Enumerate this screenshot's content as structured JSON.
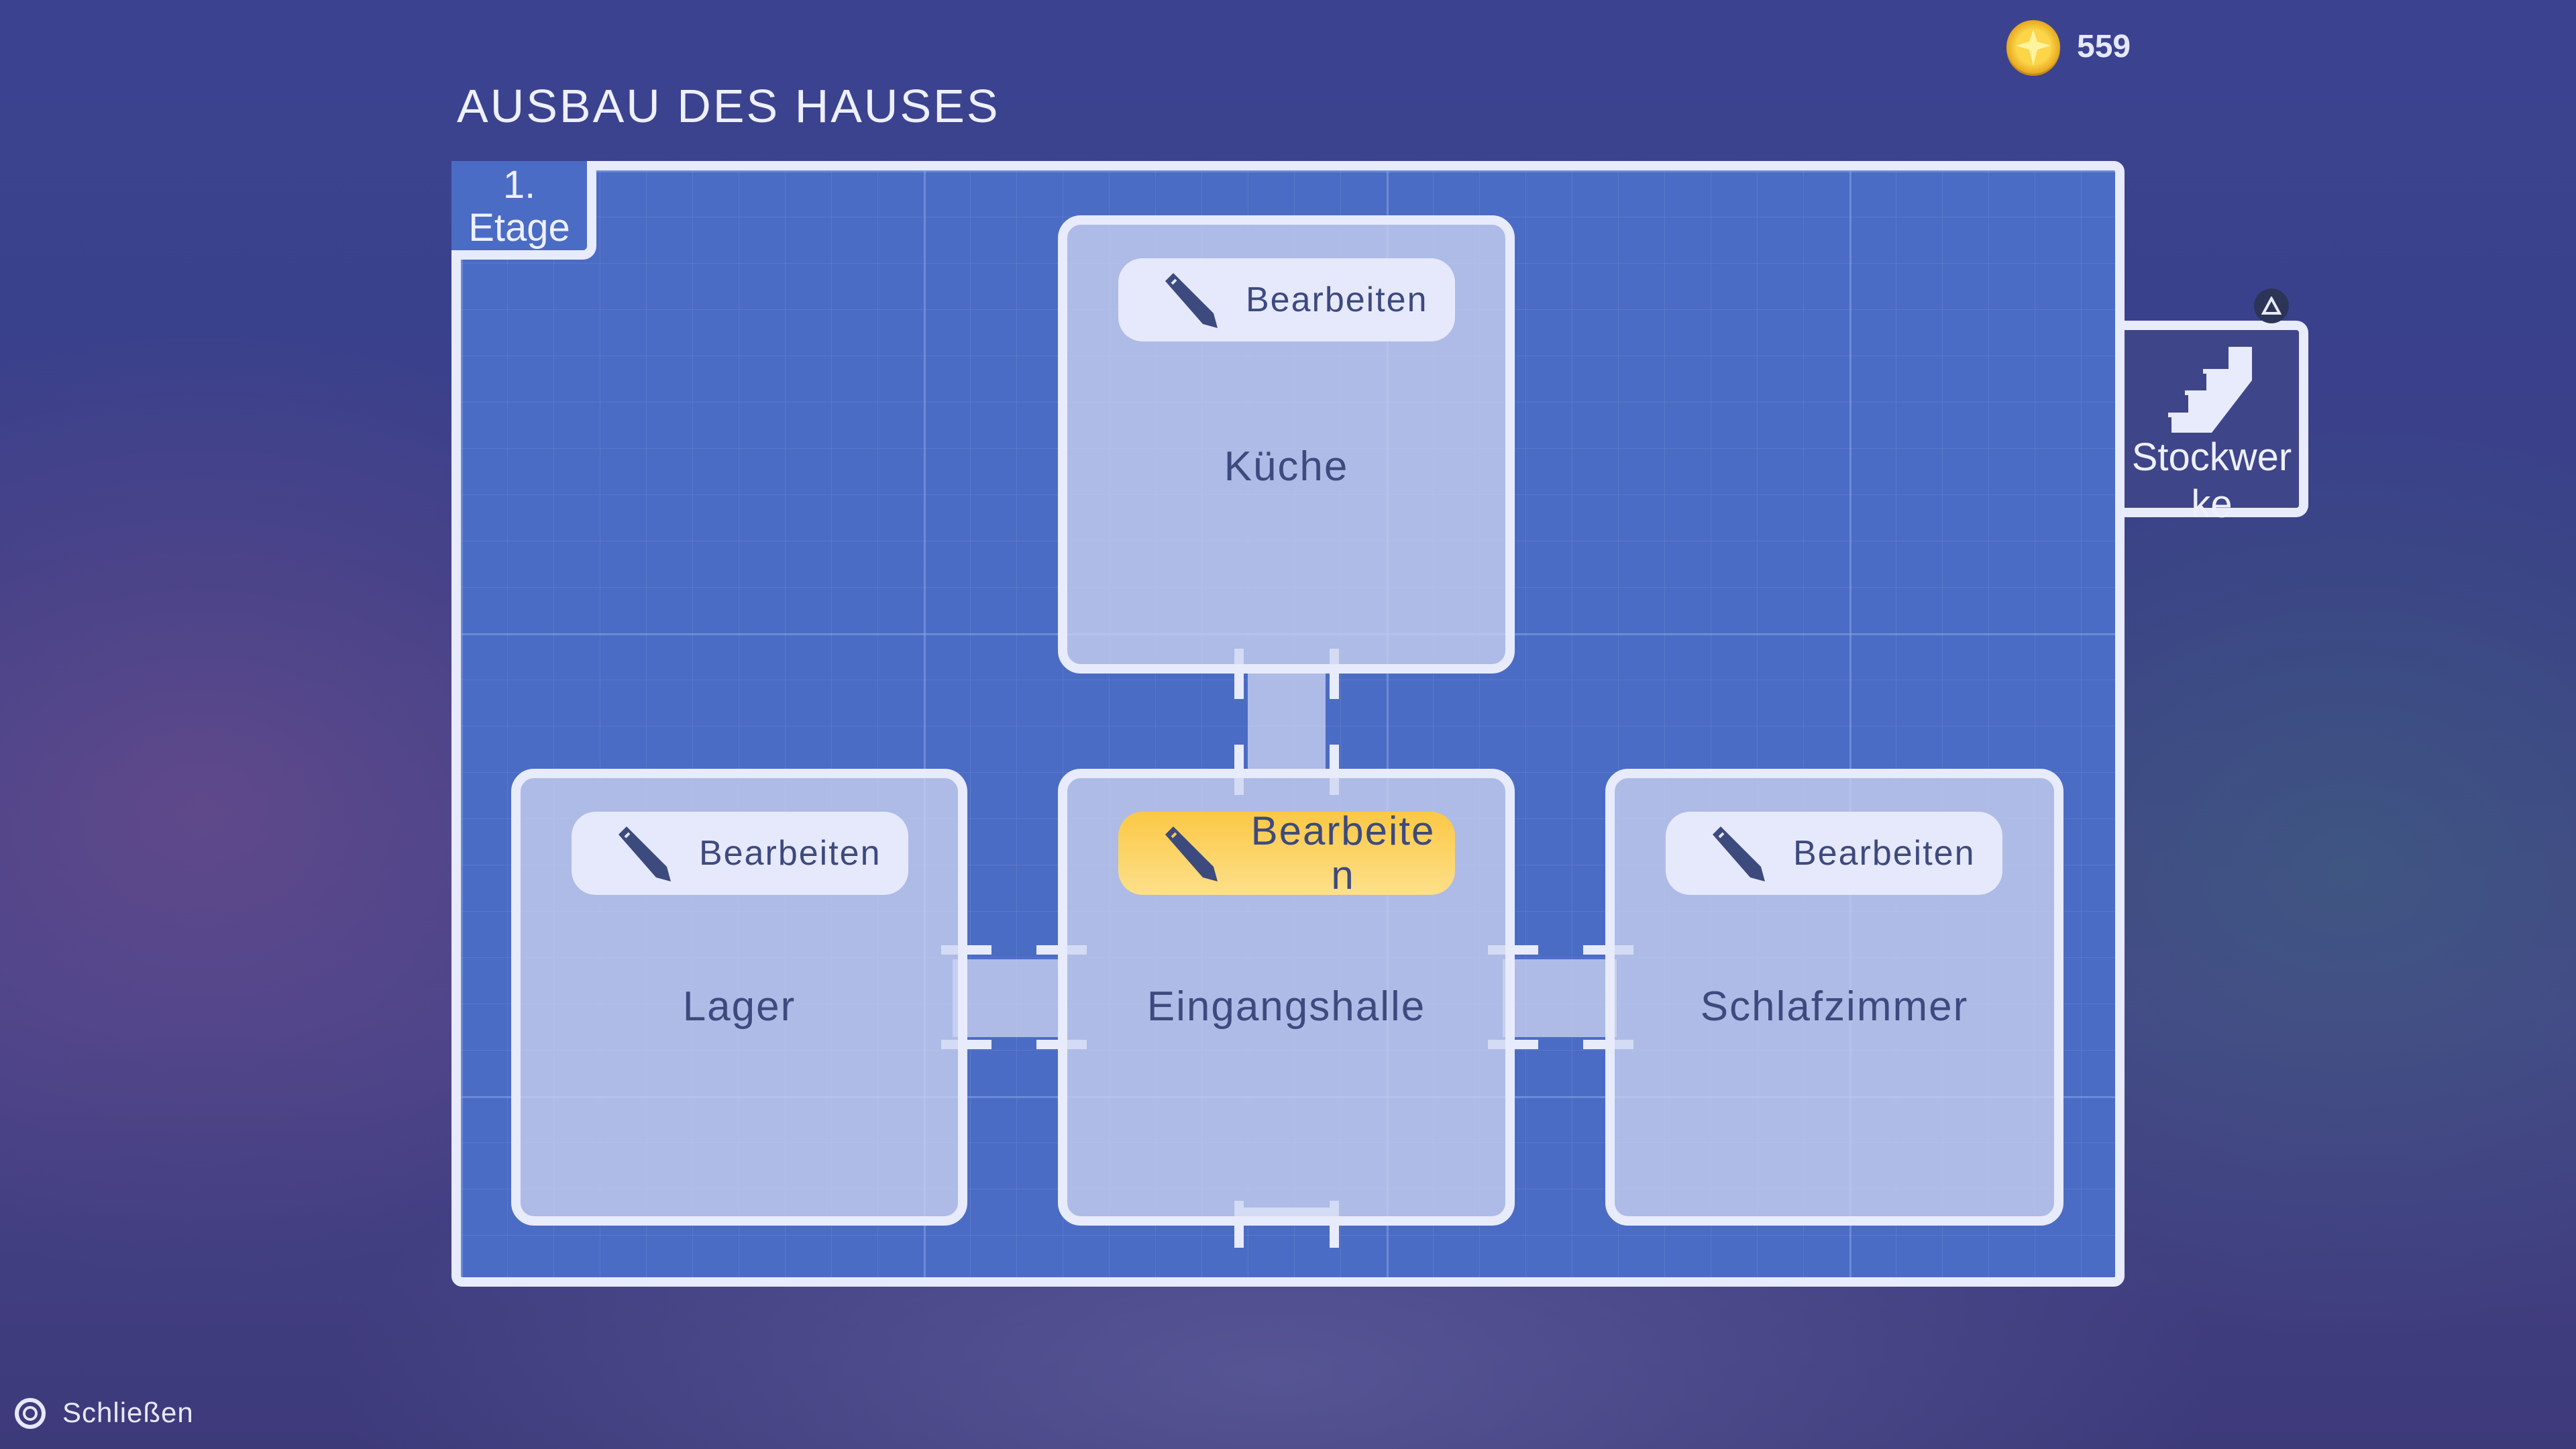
{
  "header": {
    "title": "AUSBAU DES HAUSES",
    "currency_icon": "star-coin-icon",
    "currency_amount": "559"
  },
  "floor": {
    "label": "1. Etage"
  },
  "floors_button": {
    "label": "Stockwerke",
    "icon": "stairs-icon",
    "controller_hint": "triangle-button"
  },
  "rooms": [
    {
      "name": "Küche",
      "edit_label": "Bearbeiten",
      "selected": false
    },
    {
      "name": "Lager",
      "edit_label": "Bearbeiten",
      "selected": false
    },
    {
      "name": "Eingangshalle",
      "edit_label": "Bearbeiten",
      "selected": true
    },
    {
      "name": "Schlafzimmer",
      "edit_label": "Bearbeiten",
      "selected": false
    }
  ],
  "footer": {
    "close_label": "Schließen",
    "close_icon": "circle-button"
  },
  "colors": {
    "selected_button": "#fbc845",
    "board": "#4b6cc4",
    "room_text": "#3d4a7e"
  }
}
